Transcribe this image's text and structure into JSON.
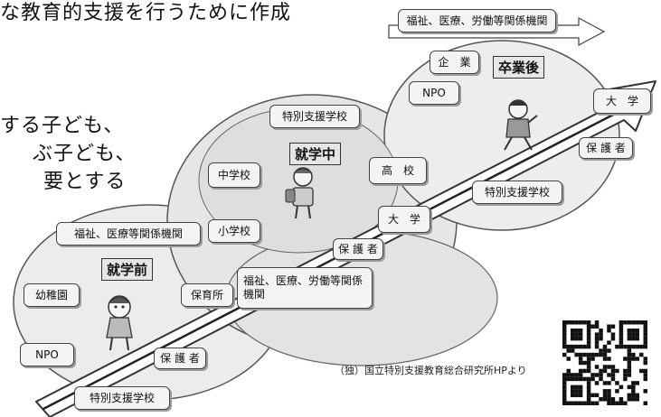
{
  "background_text": [
    "な教育的支援を行うために作成",
    "する子ども、",
    "ぶ子ども、",
    "要とする"
  ],
  "stages": {
    "before_school": "就学前",
    "during_school": "就学中",
    "after_graduation": "卒業後"
  },
  "labels": {
    "welfare_labor_top": "福祉、医療、労働等関係機関",
    "company": "企　業",
    "npo_top": "NPO",
    "special_school_top": "特別支援学校",
    "middle_school": "中学校",
    "high_school": "高　校",
    "university_mid": "大　学",
    "university_right": "大　学",
    "guardians_right": "保 護 者",
    "special_school_right": "特別支援学校",
    "welfare_medical_left": "福祉、医療等関係機関",
    "elementary_school": "小学校",
    "guardians_mid": "保 護 者",
    "kindergarten": "幼稚園",
    "nursery": "保育所",
    "welfare_labor_mid": "福祉、医療、労働等関係機関",
    "npo_bottom": "NPO",
    "guardians_bottom": "保 護 者",
    "special_school_bottom": "特別支援学校"
  },
  "credit": "（独）国立特別支援教育総合研究所HPより",
  "colors": {
    "box_fill": "#f4f4f4",
    "box_border": "#444444",
    "ellipse_fill": "#e9e9e9",
    "ellipse_stroke": "#555555",
    "arrow_fill": "#ffffff",
    "arrow_stroke": "#333333"
  }
}
